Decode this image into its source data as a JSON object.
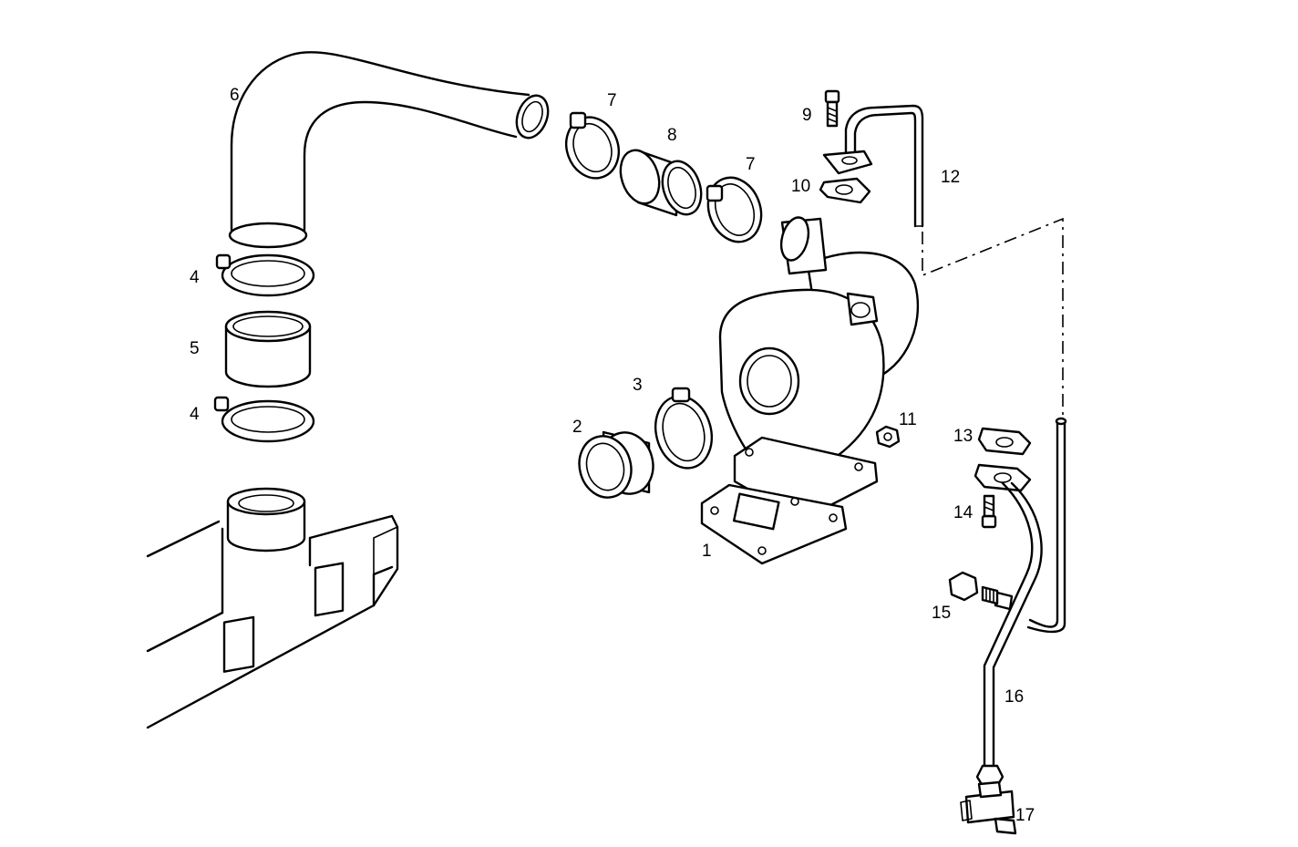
{
  "callouts": [
    {
      "id": "c1",
      "text": "1"
    },
    {
      "id": "c2",
      "text": "2"
    },
    {
      "id": "c3",
      "text": "3"
    },
    {
      "id": "c4a",
      "text": "4"
    },
    {
      "id": "c4b",
      "text": "4"
    },
    {
      "id": "c5",
      "text": "5"
    },
    {
      "id": "c6",
      "text": "6"
    },
    {
      "id": "c7a",
      "text": "7"
    },
    {
      "id": "c7b",
      "text": "7"
    },
    {
      "id": "c8",
      "text": "8"
    },
    {
      "id": "c9",
      "text": "9"
    },
    {
      "id": "c10",
      "text": "10"
    },
    {
      "id": "c11",
      "text": "11"
    },
    {
      "id": "c12",
      "text": "12"
    },
    {
      "id": "c13",
      "text": "13"
    },
    {
      "id": "c14",
      "text": "14"
    },
    {
      "id": "c15",
      "text": "15"
    },
    {
      "id": "c16",
      "text": "16"
    },
    {
      "id": "c17",
      "text": "17"
    }
  ]
}
